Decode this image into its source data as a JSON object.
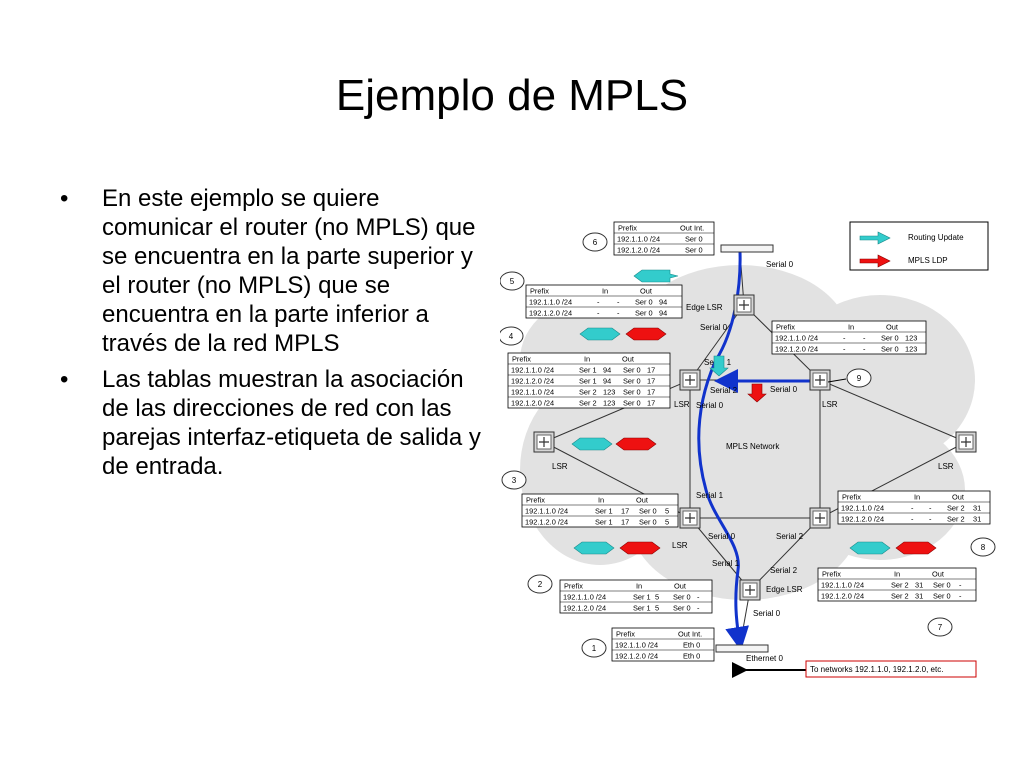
{
  "title": "Ejemplo de MPLS",
  "bullets": [
    "En este ejemplo se quiere comunicar el router (no MPLS) que se encuentra en la parte superior y el router (no MPLS) que se encuentra en la parte inferior a través de la red MPLS",
    "Las tablas muestran la asociación de las direcciones de red con las parejas interfaz-etiqueta de salida y de entrada."
  ],
  "diagram": {
    "legend": {
      "routing_update": "Routing Update",
      "mpls_ldp": "MPLS LDP"
    },
    "colors": {
      "routing_update": "#33cccc",
      "mpls_ldp": "#ee1111",
      "path": "#1133cc",
      "cloud": "#e2e2e2",
      "note": "#cc0000"
    },
    "network_label": "MPLS Network",
    "node_labels": {
      "edge_top": "Edge LSR",
      "edge_bottom": "Edge LSR",
      "lsr": "LSR"
    },
    "iface_labels": {
      "top_serial0": "Serial 0",
      "edge_top_serial0": "Serial 0",
      "lsr_a_serial1": "Serial 1",
      "lsr_a_serial2": "Serial 2",
      "lsr_a_serial0": "Serial 0",
      "lsr_b_serial0": "Serial 0",
      "lsr_c_serial1": "Serial 1",
      "lsr_c_serial0": "Serial 0",
      "lsr_c_serial2": "Serial 2",
      "edge_bot_serial1": "Serial 1",
      "edge_bot_serial0": "Serial 0",
      "ethernet0": "Ethernet  0"
    },
    "note": "To networks 192.1.1.0, 192.1.2.0, etc.",
    "step_numbers": [
      "1",
      "2",
      "3",
      "4",
      "5",
      "6",
      "7",
      "8",
      "9"
    ],
    "tables": {
      "t6": {
        "headers": [
          "Prefix",
          "Out Int."
        ],
        "rows": [
          [
            "192.1.1.0 /24",
            "Ser 0"
          ],
          [
            "192.1.2.0 /24",
            "Ser 0"
          ]
        ]
      },
      "t5": {
        "headers": [
          "Prefix",
          "In",
          "Out"
        ],
        "rows": [
          [
            "192.1.1.0 /24",
            "-",
            "-",
            "Ser 0",
            "94"
          ],
          [
            "192.1.2.0 /24",
            "-",
            "-",
            "Ser 0",
            "94"
          ]
        ]
      },
      "t4": {
        "headers": [
          "Prefix",
          "In",
          "Out"
        ],
        "rows": [
          [
            "192.1.1.0 /24",
            "Ser 1",
            "94",
            "Ser 0",
            "17"
          ],
          [
            "192.1.2.0 /24",
            "Ser 1",
            "94",
            "Ser 0",
            "17"
          ],
          [
            "192.1.1.0 /24",
            "Ser 2",
            "123",
            "Ser 0",
            "17"
          ],
          [
            "192.1.2.0 /24",
            "Ser 2",
            "123",
            "Ser 0",
            "17"
          ]
        ]
      },
      "t9": {
        "headers": [
          "Prefix",
          "In",
          "Out"
        ],
        "rows": [
          [
            "192.1.1.0 /24",
            "-",
            "-",
            "Ser 0",
            "123"
          ],
          [
            "192.1.2.0 /24",
            "-",
            "-",
            "Ser 0",
            "123"
          ]
        ]
      },
      "t3": {
        "headers": [
          "Prefix",
          "In",
          "Out"
        ],
        "rows": [
          [
            "192.1.1.0 /24",
            "Ser 1",
            "17",
            "Ser 0",
            "5"
          ],
          [
            "192.1.2.0 /24",
            "Ser 1",
            "17",
            "Ser 0",
            "5"
          ]
        ]
      },
      "t8": {
        "headers": [
          "Prefix",
          "In",
          "Out"
        ],
        "rows": [
          [
            "192.1.1.0 /24",
            "-",
            "-",
            "Ser 2",
            "31"
          ],
          [
            "192.1.2.0 /24",
            "-",
            "-",
            "Ser 2",
            "31"
          ]
        ]
      },
      "t2": {
        "headers": [
          "Prefix",
          "In",
          "Out"
        ],
        "rows": [
          [
            "192.1.1.0 /24",
            "Ser 1",
            "5",
            "Ser 0",
            "-"
          ],
          [
            "192.1.2.0 /24",
            "Ser 1",
            "5",
            "Ser 0",
            "-"
          ]
        ]
      },
      "t7": {
        "headers": [
          "Prefix",
          "In",
          "Out"
        ],
        "rows": [
          [
            "192.1.1.0 /24",
            "Ser 2",
            "31",
            "Ser 0",
            "-"
          ],
          [
            "192.1.2.0 /24",
            "Ser 2",
            "31",
            "Ser 0",
            "-"
          ]
        ]
      },
      "t1": {
        "headers": [
          "Prefix",
          "Out Int."
        ],
        "rows": [
          [
            "192.1.1.0 /24",
            "Eth 0"
          ],
          [
            "192.1.2.0 /24",
            "Eth 0"
          ]
        ]
      }
    }
  }
}
